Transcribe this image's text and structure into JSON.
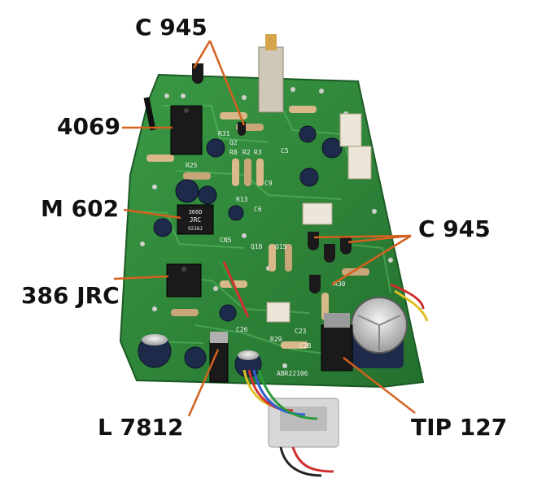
{
  "labels": {
    "c945_top": "C 945",
    "ic_4069": "4069",
    "ic_m602": "M 602",
    "ic_386jrc": "386 JRC",
    "c945_right": "C 945",
    "reg_l7812": "L 7812",
    "trans_tip127": "TIP 127"
  },
  "chip_marks": {
    "m602_line1": "366D",
    "m602_line2": "JRC",
    "m602_line3": "9216J"
  },
  "silkscreen": {
    "r31": "R31",
    "q2": "Q2",
    "r8": "R8",
    "r2": "R2",
    "r3": "R3",
    "c5": "C5",
    "r25": "R25",
    "c9": "C9",
    "r13": "R13",
    "c6": "C6",
    "cn5": "CN5",
    "q18": "Q18",
    "q15": "Q15",
    "r29": "R29",
    "c23": "C23",
    "c26": "C26",
    "c28": "C28",
    "r30": "R30",
    "board_code": "ABR22106"
  },
  "colors": {
    "pcb": "#2f8a3a",
    "label_text": "#111111",
    "pointer_line": "#d4611f",
    "ic_body": "#1a1a1a",
    "capacitor": "#1e2a4a",
    "connector": "#ece6d8"
  }
}
